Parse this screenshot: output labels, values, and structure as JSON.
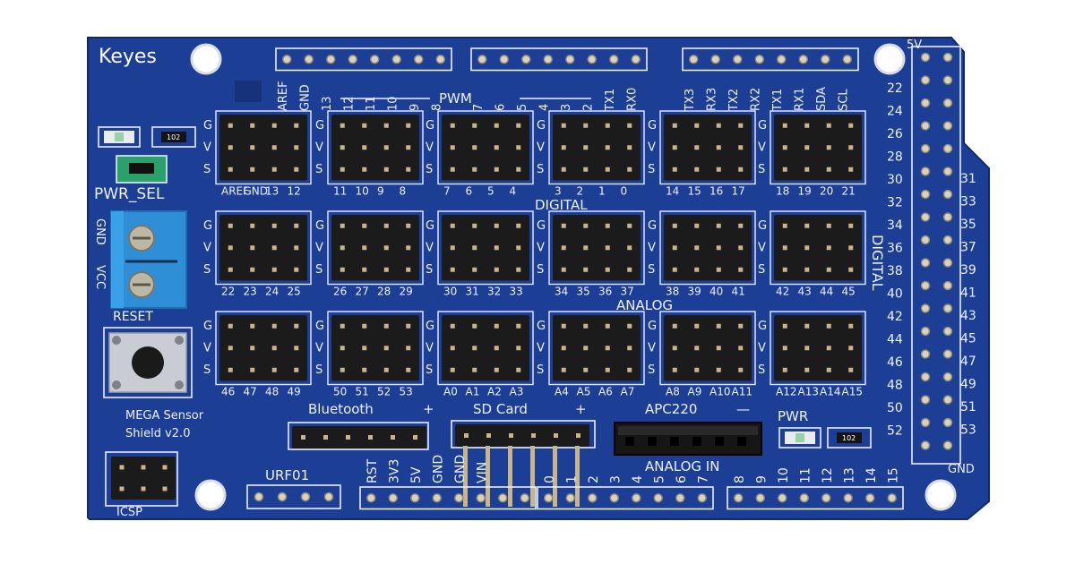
{
  "board": {
    "brand": "Keyes",
    "model_line1": "MEGA Sensor",
    "model_line2": "Shield v2.0",
    "colors": {
      "pcb": "#1c3f95",
      "pcb_dark": "#163278",
      "silk": "#e8eefc",
      "header": "#1b1b1b",
      "pin": "#c8b68a",
      "terminal": "#2f8fd6",
      "screw": "#bdb7a6",
      "jumper": "#2aa06a"
    }
  },
  "labels": {
    "pwr_sel": "PWR_SEL",
    "gnd": "GND",
    "vcc": "VCC",
    "reset": "RESET",
    "pwm": "PWM",
    "digital": "DIGITAL",
    "digital_side": "DIGITAL",
    "analog": "ANALOG",
    "analog_in": "ANALOG IN",
    "bluetooth": "Bluetooth",
    "sd_card": "SD Card",
    "apc220": "APC220",
    "urf01": "URF01",
    "icsp": "ICSP",
    "pwr": "PWR",
    "five_v": "5V",
    "gnd_bottom": "GND",
    "plus": "+",
    "minus": "—",
    "led_code": "102",
    "gvs": [
      "G",
      "V",
      "S"
    ]
  },
  "top_header_left": [
    "AREF",
    "GND",
    "13",
    "12",
    "11",
    "10",
    "9",
    "8"
  ],
  "top_header_mid": [
    "7",
    "6",
    "5",
    "4",
    "3",
    "2",
    "TX1",
    "RX0"
  ],
  "top_header_right": [
    "TX3",
    "RX3",
    "TX2",
    "RX2",
    "TX1",
    "RX1",
    "SDA",
    "SCL"
  ],
  "rows": [
    [
      "AREF",
      "GND",
      "13",
      "12",
      "11",
      "10",
      "9",
      "8",
      "7",
      "6",
      "5",
      "4",
      "3",
      "2",
      "1",
      "0",
      "14",
      "15",
      "16",
      "17",
      "18",
      "19",
      "20",
      "21"
    ],
    [
      "22",
      "23",
      "24",
      "25",
      "26",
      "27",
      "28",
      "29",
      "30",
      "31",
      "32",
      "33",
      "34",
      "35",
      "36",
      "37",
      "38",
      "39",
      "40",
      "41",
      "42",
      "43",
      "44",
      "45"
    ],
    [
      "46",
      "47",
      "48",
      "49",
      "50",
      "51",
      "52",
      "53",
      "A0",
      "A1",
      "A2",
      "A3",
      "A4",
      "A5",
      "A6",
      "A7",
      "A8",
      "A9",
      "A10",
      "A11",
      "A12",
      "A13",
      "A14",
      "A15"
    ]
  ],
  "side_left_numbers": [
    "22",
    "24",
    "26",
    "28",
    "30",
    "32",
    "34",
    "36",
    "38",
    "40",
    "42",
    "44",
    "46",
    "48",
    "50",
    "52"
  ],
  "side_right_numbers": [
    "31",
    "33",
    "35",
    "37",
    "39",
    "41",
    "43",
    "45",
    "47",
    "49",
    "51",
    "53"
  ],
  "bottom_power": [
    "RST",
    "3V3",
    "5V",
    "GND",
    "GND",
    "VIN"
  ],
  "bottom_analog_a": [
    "0",
    "1",
    "2",
    "3",
    "4",
    "5",
    "6",
    "7"
  ],
  "bottom_analog_b": [
    "8",
    "9",
    "10",
    "11",
    "12",
    "13",
    "14",
    "15"
  ]
}
